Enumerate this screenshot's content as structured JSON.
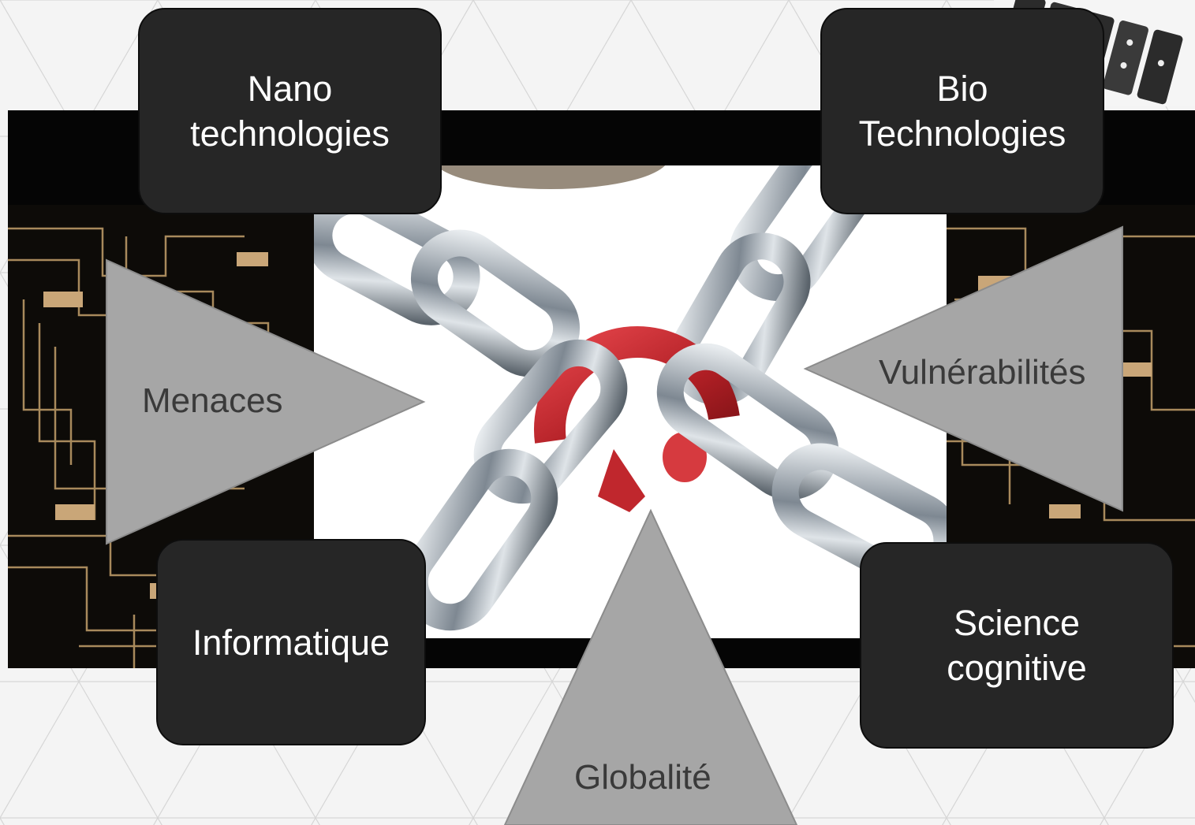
{
  "nodes": {
    "nano": "Nano\ntechnologies",
    "bio": "Bio\nTechnologies",
    "info": "Informatique",
    "cog": "Science\ncognitive"
  },
  "arrows": {
    "left": "Menaces",
    "right": "Vulnérabilités",
    "bottom": "Globalité"
  },
  "colors": {
    "box_fill": "#262626",
    "triangle_fill": "#a6a6a6",
    "link_red": "#c0272d",
    "chain_steel": "#9aa3ab"
  },
  "images": {
    "center": "broken-chain-image",
    "behind": "circuit-board-image",
    "corner": "dominoes-image"
  }
}
